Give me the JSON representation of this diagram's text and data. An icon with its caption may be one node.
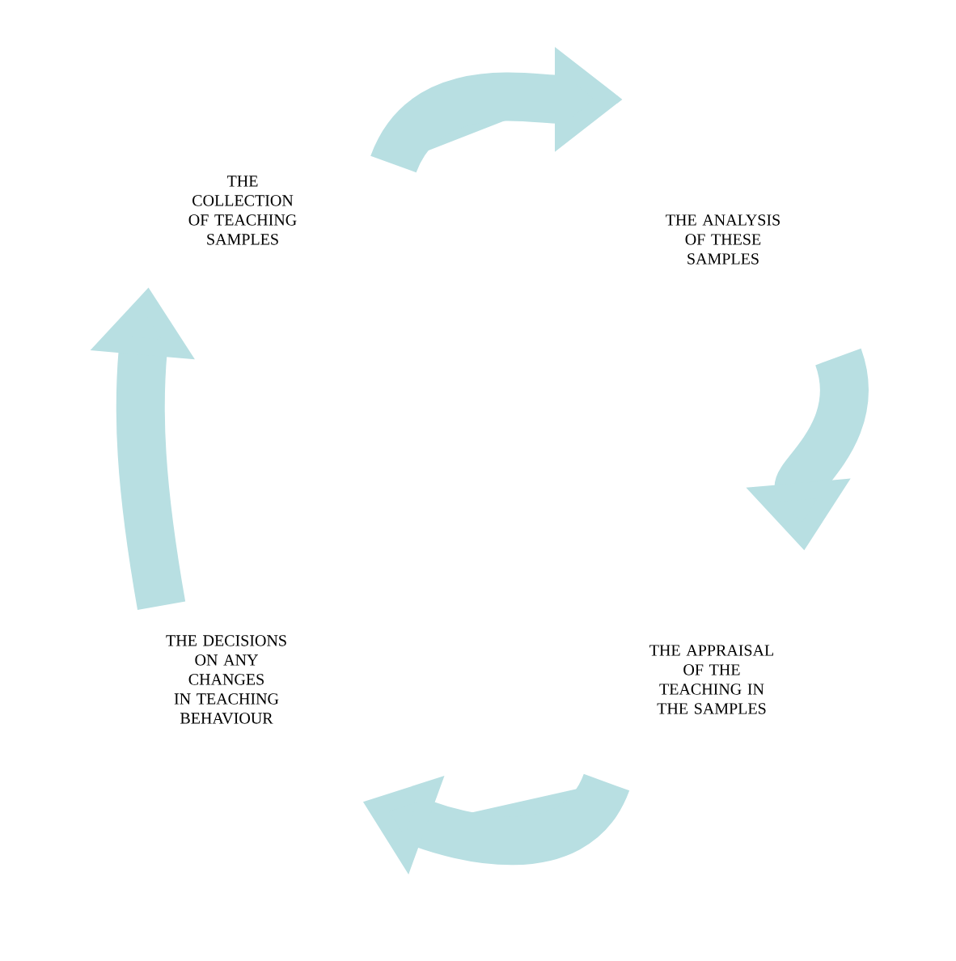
{
  "diagram": {
    "nodes": [
      {
        "text": [
          "THE COLLECTION OF TEACHING SAMPLES"
        ]
      },
      {
        "text": [
          "THE ANALYSIS OF THESE SAMPLES"
        ]
      },
      {
        "text": [
          "THE APPRAISAL OF THE TEACHING IN THE SAMPLES"
        ]
      },
      {
        "text": [
          "THE DECISIONS ON ANY CHANGES IN TEACHING BEHAVIOUR"
        ]
      }
    ],
    "edges": [
      {
        "from": 0,
        "to": 1,
        "arrow": "to"
      },
      {
        "from": 1,
        "to": 2,
        "arrow": "to"
      },
      {
        "from": 2,
        "to": 3,
        "arrow": "to"
      },
      {
        "from": 3,
        "to": 0,
        "arrow": "to"
      }
    ]
  }
}
